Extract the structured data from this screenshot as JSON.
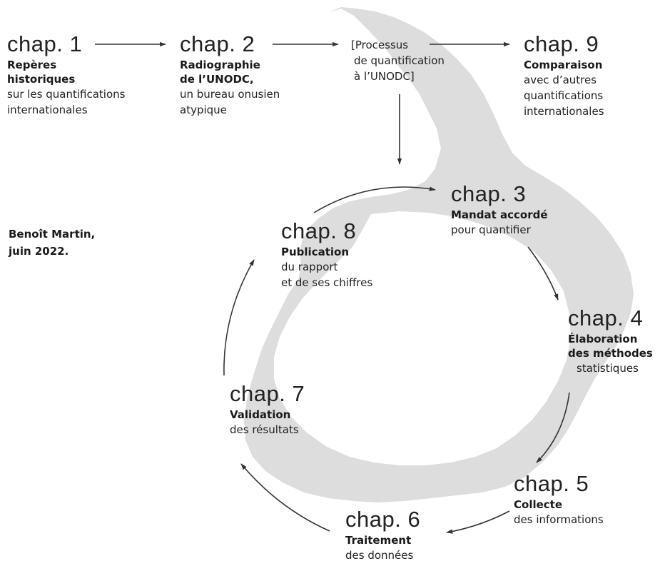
{
  "colors": {
    "blob": "#dddddd",
    "text": "#1a1a1a",
    "arrow": "#333333"
  },
  "nodes": {
    "ch1": {
      "chap": "chap. 1",
      "bold": [
        "Repères",
        "historiques"
      ],
      "text": [
        "sur les quantifications",
        "internationales"
      ]
    },
    "ch2": {
      "chap": "chap. 2",
      "bold": [
        "Radiographie",
        "de l’UNODC,"
      ],
      "text": [
        "un bureau onusien",
        "atypique"
      ]
    },
    "ch9": {
      "chap": "chap. 9",
      "bold": [
        "Comparaison"
      ],
      "text": [
        "avec d’autres",
        "quantifications",
        "internationales"
      ]
    },
    "ch3": {
      "chap": "chap. 3",
      "bold": [
        "Mandat accordé"
      ],
      "text": [
        "pour quantifier"
      ]
    },
    "ch4": {
      "chap": "chap. 4",
      "bold": [
        "Élaboration",
        "des méthodes"
      ],
      "text": [
        "statistiques"
      ]
    },
    "ch5": {
      "chap": "chap. 5",
      "bold": [
        "Collecte"
      ],
      "text": [
        "des informations"
      ]
    },
    "ch6": {
      "chap": "chap. 6",
      "bold": [
        "Traitement"
      ],
      "text": [
        "des données"
      ]
    },
    "ch7": {
      "chap": "chap. 7",
      "bold": [
        "Validation"
      ],
      "text": [
        "des résultats"
      ]
    },
    "ch8": {
      "chap": "chap. 8",
      "bold": [
        "Publication"
      ],
      "text": [
        "du rapport",
        "et de ses chiffres"
      ]
    }
  },
  "process": [
    "[Processus",
    "de quantification",
    "à l’UNODC]"
  ],
  "credit": [
    "Benoît Martin,",
    "juin 2022."
  ]
}
